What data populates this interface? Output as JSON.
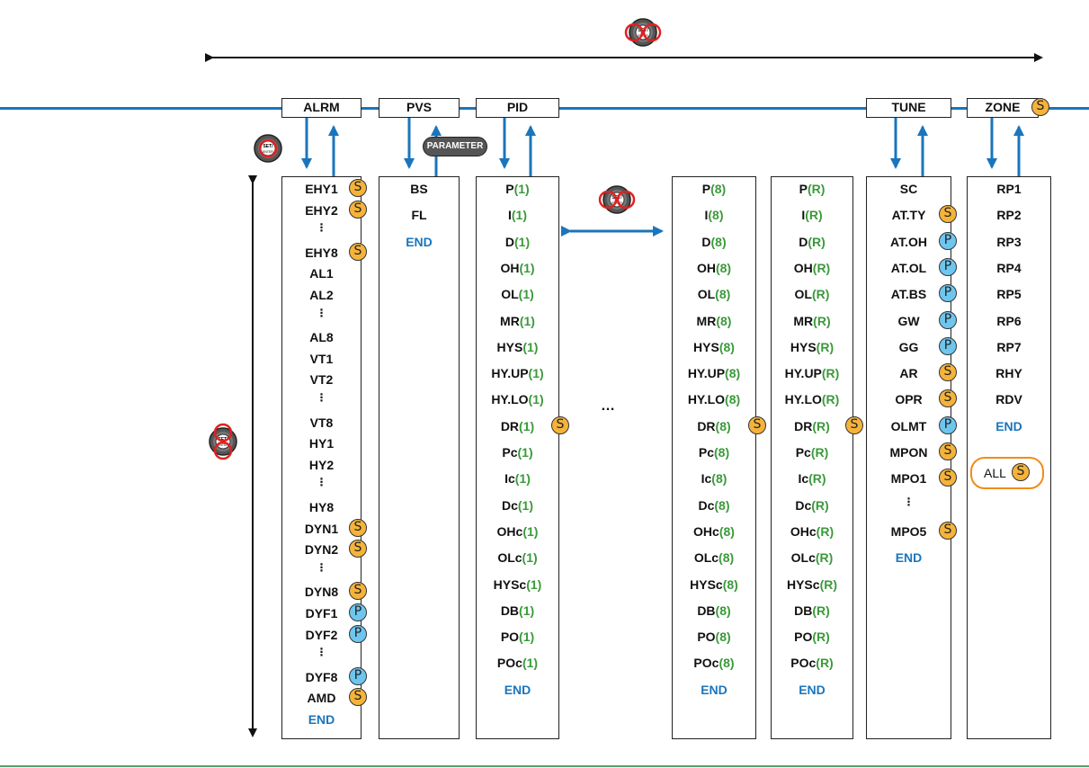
{
  "headers": {
    "alrm": "ALRM",
    "pvs": "PVS",
    "pid": "PID",
    "tune": "TUNE",
    "zone": "ZONE"
  },
  "parameter_button": "PARAMETER",
  "ellipsis": "…",
  "alrm_items": [
    "EHY1",
    "EHY2",
    "⋮",
    "EHY8",
    "AL1",
    "AL2",
    "⋮",
    "AL8",
    "VT1",
    "VT2",
    "⋮",
    "VT8",
    "HY1",
    "HY2",
    "⋮",
    "HY8",
    "DYN1",
    "DYN2",
    "⋮",
    "DYN8",
    "DYF1",
    "DYF2",
    "⋮",
    "DYF8",
    "AMD",
    "END"
  ],
  "pvs_items": [
    "BS",
    "FL",
    "END"
  ],
  "pid_param_names": [
    "P",
    "I",
    "D",
    "OH",
    "OL",
    "MR",
    "HYS",
    "HY.UP",
    "HY.LO",
    "DR",
    "Pc",
    "Ic",
    "Dc",
    "OHc",
    "OLc",
    "HYSc",
    "DB",
    "PO",
    "POc"
  ],
  "pid_suffixes": {
    "col1": "(1)",
    "col8": "(8)",
    "colR": "(R)"
  },
  "end_label": "END",
  "tune_items": [
    "SC",
    "AT.TY",
    "AT.OH",
    "AT.OL",
    "AT.BS",
    "GW",
    "GG",
    "AR",
    "OPR",
    "OLMT",
    "MPON",
    "MPO1",
    "⋮",
    "MPO5",
    "END"
  ],
  "zone_items": [
    "RP1",
    "RP2",
    "RP3",
    "RP4",
    "RP5",
    "RP6",
    "RP7",
    "RHY",
    "RDV",
    "END"
  ],
  "all_label": "ALL",
  "badges": {
    "s_letter": "S",
    "p_letter": "P",
    "alrm": [
      "S",
      "S",
      "",
      "S",
      "",
      "",
      "",
      "",
      "",
      "",
      "",
      "",
      "",
      "",
      "",
      "",
      "S",
      "S",
      "",
      "S",
      "P",
      "P",
      "",
      "P",
      "S",
      ""
    ],
    "tune": [
      "",
      "S",
      "P",
      "P",
      "P",
      "P",
      "P",
      "S",
      "S",
      "P",
      "S",
      "S",
      "",
      "S",
      ""
    ],
    "pid_dr": "S",
    "zone_header": "S",
    "all": "S"
  },
  "colors": {
    "line_blue": "#1a75bc",
    "badge_s": "#f5b33a",
    "badge_p": "#6ec6ee",
    "green_suffix": "#3a9a3a",
    "all_border": "#f08c1a",
    "key_red": "#e02020"
  },
  "icons": {
    "set_enter_key": "set-enter-key-icon",
    "arrow_double": "double-arrow-icon"
  }
}
